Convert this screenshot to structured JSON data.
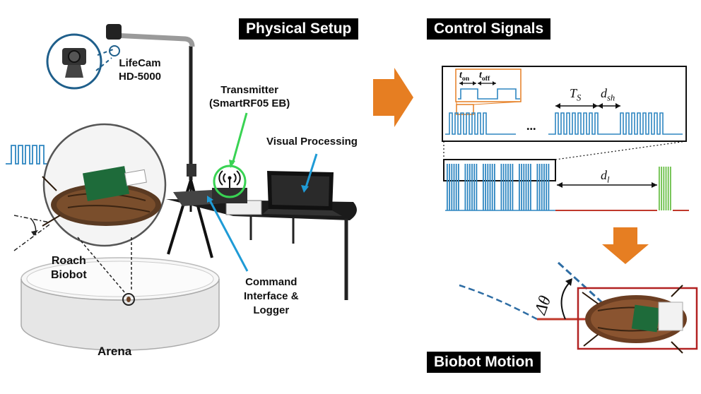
{
  "headers": {
    "physical_setup": "Physical Setup",
    "control_signals": "Control Signals",
    "biobot_motion": "Biobot Motion"
  },
  "labels": {
    "lifecam_line1": "LifeCam",
    "lifecam_line2": "HD-5000",
    "transmitter_line1": "Transmitter",
    "transmitter_line2": "(SmartRF05 EB)",
    "visual_processing": "Visual Processing",
    "command_line1": "Command",
    "command_line2": "Interface &",
    "command_line3": "Logger",
    "roach_line1": "Roach",
    "roach_line2": "Biobot",
    "arena": "Arena"
  },
  "signal_labels": {
    "t_on": "t",
    "t_on_sub": "on",
    "t_off": "t",
    "t_off_sub": "off",
    "ts": "T",
    "ts_sub": "S",
    "dsh": "d",
    "dsh_sub": "sh",
    "dl": "d",
    "dl_sub": "l",
    "ellipsis": "...",
    "delta_theta": "Δθ"
  },
  "colors": {
    "pulse_blue": "#2e86c1",
    "pulse_green": "#6cc04a",
    "arrow_orange": "#e67e22",
    "transmitter_ring": "#39d353",
    "heading_red": "#c0392b",
    "dash_blue": "#2e6da4",
    "callout_blue": "#1f9bd6"
  },
  "icons": [
    "webcam-icon",
    "wireless-signal-icon",
    "laptop-icon",
    "cockroach-icon",
    "camera-mast-icon"
  ]
}
